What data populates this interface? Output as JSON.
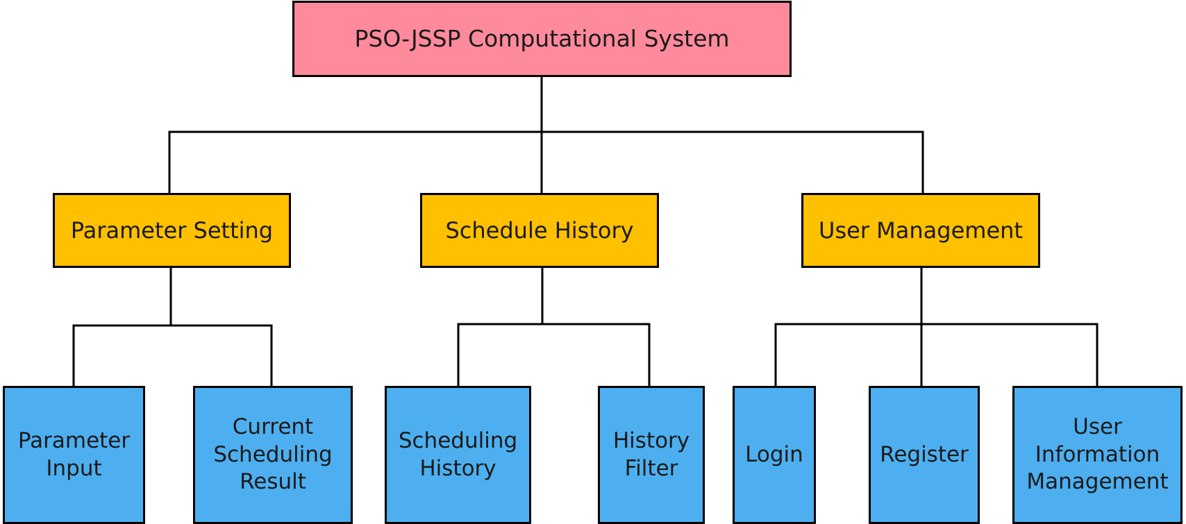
{
  "colors": {
    "root_fill": "#ff8a9c",
    "module_fill": "#ffc000",
    "leaf_fill": "#4dafef",
    "line": "#000000"
  },
  "root": {
    "label": "PSO-JSSP Computational System"
  },
  "modules": [
    {
      "label": "Parameter Setting",
      "children": [
        {
          "label": "Parameter\nInput"
        },
        {
          "label": "Current\nScheduling\nResult"
        }
      ]
    },
    {
      "label": "Schedule History",
      "children": [
        {
          "label": "Scheduling\nHistory"
        },
        {
          "label": "History\nFilter"
        }
      ]
    },
    {
      "label": "User Management",
      "children": [
        {
          "label": "Login"
        },
        {
          "label": "Register"
        },
        {
          "label": "User\nInformation\nManagement"
        }
      ]
    }
  ]
}
